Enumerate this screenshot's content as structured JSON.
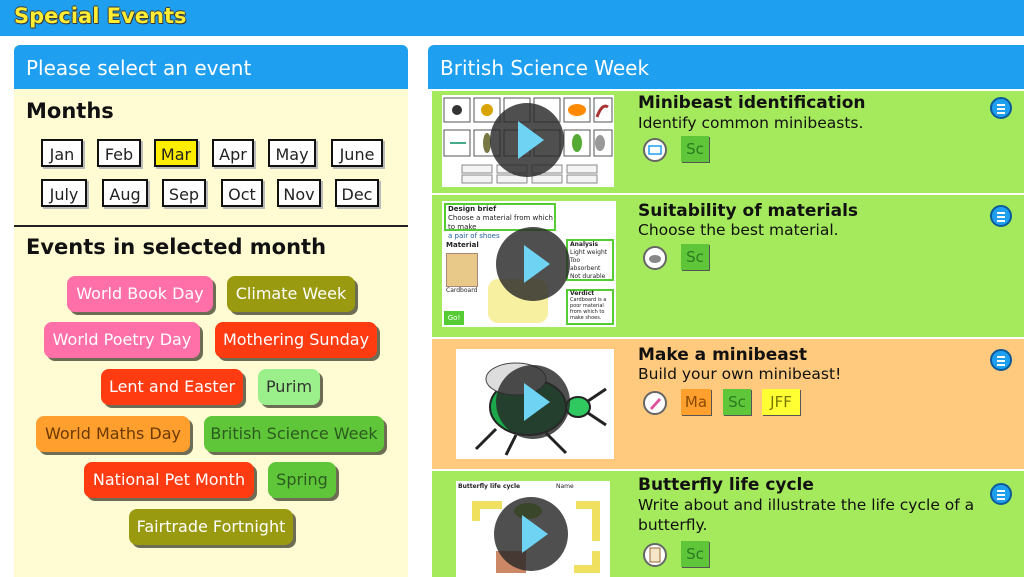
{
  "app": {
    "title": "Special Events"
  },
  "left_panel": {
    "header": "Please select an event",
    "months_title": "Months",
    "months": [
      "Jan",
      "Feb",
      "Mar",
      "Apr",
      "May",
      "June",
      "July",
      "Aug",
      "Sep",
      "Oct",
      "Nov",
      "Dec"
    ],
    "selected_month": "Mar",
    "events_title": "Events in selected month",
    "events": [
      {
        "label": "World Book Day",
        "color": "#ff6fa8"
      },
      {
        "label": "Climate Week",
        "color": "#9a9a10"
      },
      {
        "label": "World Poetry Day",
        "color": "#ff6fa8"
      },
      {
        "label": "Mothering Sunday",
        "color": "#ff3b12"
      },
      {
        "label": "Lent and Easter",
        "color": "#ff3b12"
      },
      {
        "label": "Purim",
        "color": "#9cf08c"
      },
      {
        "label": "World Maths Day",
        "color": "#ff9f2e"
      },
      {
        "label": "British Science Week",
        "color": "#5fc63a"
      },
      {
        "label": "National Pet Month",
        "color": "#ff3b12"
      },
      {
        "label": "Spring",
        "color": "#5fc63a"
      },
      {
        "label": "Fairtrade Fortnight",
        "color": "#9a9a10"
      }
    ]
  },
  "right_panel": {
    "header": "British Science Week",
    "activities": [
      {
        "title": "Minibeast identification",
        "description": "Identify common minibeasts.",
        "icon": "label-icon",
        "subjects": [
          "Sc"
        ],
        "theme": "green"
      },
      {
        "title": "Suitability of materials",
        "description": "Choose the best material.",
        "icon": "teapot-icon",
        "subjects": [
          "Sc"
        ],
        "theme": "green"
      },
      {
        "title": "Make a minibeast",
        "description": "Build your own minibeast!",
        "icon": "paint-icon",
        "subjects": [
          "Ma",
          "Sc",
          "JFF"
        ],
        "theme": "orange"
      },
      {
        "title": "Butterfly life cycle",
        "description": "Write about and illustrate the life cycle of a butterfly.",
        "icon": "document-icon",
        "subjects": [
          "Sc"
        ],
        "theme": "green"
      }
    ],
    "thumbnail_texts": {
      "design_brief": "Design brief",
      "brief_line": "Choose a material from which to make",
      "brief_item": "a pair of shoes",
      "material": "Material",
      "cardboard": "Cardboard",
      "analysis": "Analysis",
      "analysis_items": [
        "Light weight",
        "Too absorbent",
        "Not durable"
      ],
      "verdict": "Verdict",
      "verdict_text": "Cardboard is a poor material from which to make shoes.",
      "go": "Go!",
      "life_cycle": "Butterfly life cycle",
      "name": "Name"
    }
  },
  "colors": {
    "brand_blue": "#1f9ff0",
    "title_yellow": "#ffee33",
    "selected_month": "#ffee00",
    "activity_green": "#a4ea5c",
    "activity_orange": "#ffc97e"
  }
}
